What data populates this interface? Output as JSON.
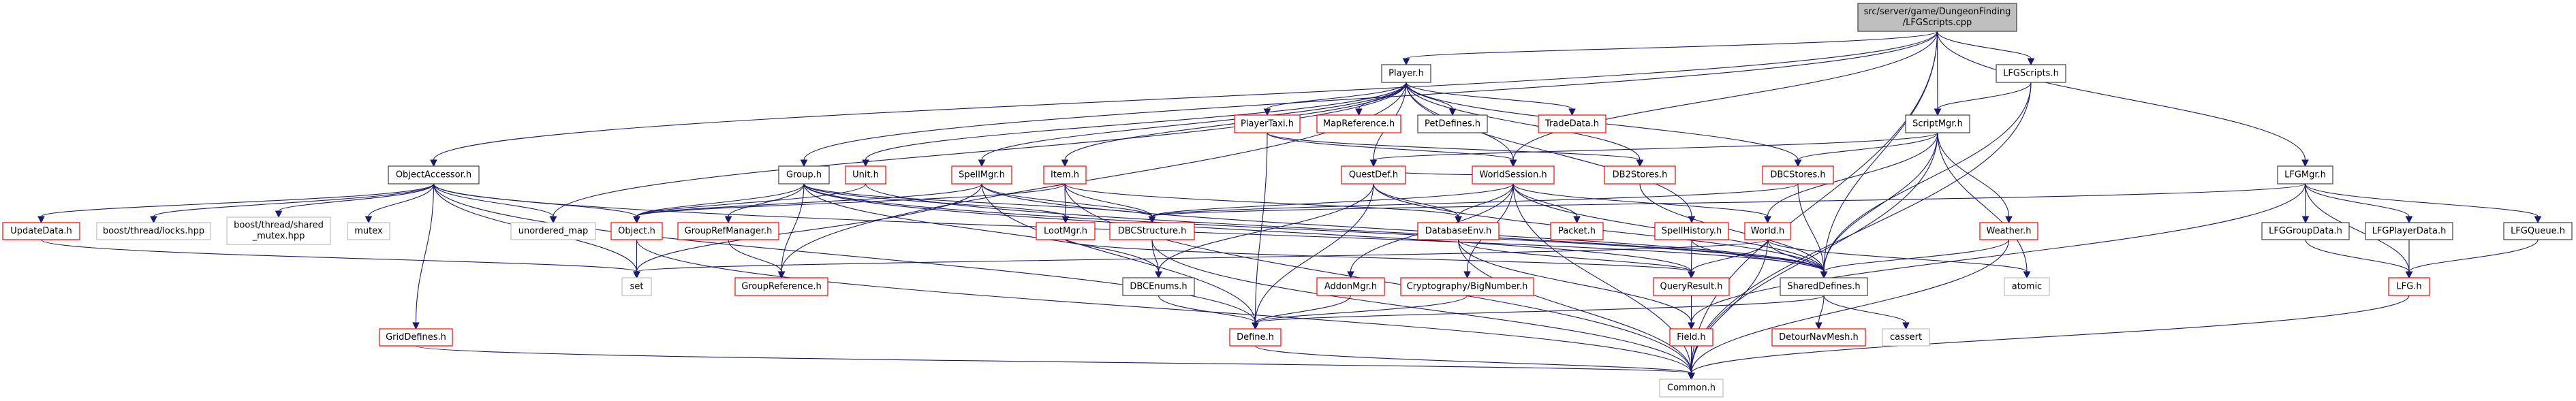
{
  "title": "src/server/game/DungeonFinding/LFGScripts.cpp include dependency graph",
  "colors": {
    "edge": "#191970",
    "root_fill": "#bfbfbf",
    "documented_border": "#404040",
    "undocumented_border": "#ff0000",
    "system_border": "#bfbfbf"
  },
  "nodes": [
    {
      "id": "root",
      "label": "src/server/game/DungeonFinding\n/LFGScripts.cpp",
      "kind": "root"
    },
    {
      "id": "ObjectAccessor",
      "label": "ObjectAccessor.h",
      "kind": "normal"
    },
    {
      "id": "Group",
      "label": "Group.h",
      "kind": "normal"
    },
    {
      "id": "Player",
      "label": "Player.h",
      "kind": "normal"
    },
    {
      "id": "LFGScripts",
      "label": "LFGScripts.h",
      "kind": "normal"
    },
    {
      "id": "ScriptMgr",
      "label": "ScriptMgr.h",
      "kind": "normal"
    },
    {
      "id": "LFGMgr",
      "label": "LFGMgr.h",
      "kind": "normal"
    },
    {
      "id": "PlayerTaxi",
      "label": "PlayerTaxi.h",
      "kind": "undoc"
    },
    {
      "id": "MapReference",
      "label": "MapReference.h",
      "kind": "undoc"
    },
    {
      "id": "PetDefines",
      "label": "PetDefines.h",
      "kind": "normal"
    },
    {
      "id": "TradeData",
      "label": "TradeData.h",
      "kind": "undoc"
    },
    {
      "id": "Unit",
      "label": "Unit.h",
      "kind": "undoc"
    },
    {
      "id": "SpellMgr",
      "label": "SpellMgr.h",
      "kind": "undoc"
    },
    {
      "id": "Item",
      "label": "Item.h",
      "kind": "undoc"
    },
    {
      "id": "QuestDef",
      "label": "QuestDef.h",
      "kind": "undoc"
    },
    {
      "id": "WorldSession",
      "label": "WorldSession.h",
      "kind": "undoc"
    },
    {
      "id": "DB2Stores",
      "label": "DB2Stores.h",
      "kind": "undoc"
    },
    {
      "id": "DBCStores",
      "label": "DBCStores.h",
      "kind": "undoc"
    },
    {
      "id": "UpdateData",
      "label": "UpdateData.h",
      "kind": "undoc"
    },
    {
      "id": "locks",
      "label": "boost/thread/locks.hpp",
      "kind": "system"
    },
    {
      "id": "shared_mutex",
      "label": "boost/thread/shared\n_mutex.hpp",
      "kind": "system"
    },
    {
      "id": "mutex",
      "label": "mutex",
      "kind": "system"
    },
    {
      "id": "unordered_map",
      "label": "unordered_map",
      "kind": "system"
    },
    {
      "id": "Object",
      "label": "Object.h",
      "kind": "undoc"
    },
    {
      "id": "GroupRefManager",
      "label": "GroupRefManager.h",
      "kind": "undoc"
    },
    {
      "id": "LootMgr",
      "label": "LootMgr.h",
      "kind": "undoc"
    },
    {
      "id": "DBCStructure",
      "label": "DBCStructure.h",
      "kind": "undoc"
    },
    {
      "id": "DatabaseEnv",
      "label": "DatabaseEnv.h",
      "kind": "undoc"
    },
    {
      "id": "Packet",
      "label": "Packet.h",
      "kind": "undoc"
    },
    {
      "id": "SpellHistory",
      "label": "SpellHistory.h",
      "kind": "undoc"
    },
    {
      "id": "World",
      "label": "World.h",
      "kind": "undoc"
    },
    {
      "id": "Weather",
      "label": "Weather.h",
      "kind": "undoc"
    },
    {
      "id": "LFGGroupData",
      "label": "LFGGroupData.h",
      "kind": "normal"
    },
    {
      "id": "LFGPlayerData",
      "label": "LFGPlayerData.h",
      "kind": "normal"
    },
    {
      "id": "LFGQueue",
      "label": "LFGQueue.h",
      "kind": "normal"
    },
    {
      "id": "set",
      "label": "set",
      "kind": "system"
    },
    {
      "id": "GroupReference",
      "label": "GroupReference.h",
      "kind": "undoc"
    },
    {
      "id": "DBCEnums",
      "label": "DBCEnums.h",
      "kind": "normal"
    },
    {
      "id": "AddonMgr",
      "label": "AddonMgr.h",
      "kind": "undoc"
    },
    {
      "id": "BigNumber",
      "label": "Cryptography/BigNumber.h",
      "kind": "undoc"
    },
    {
      "id": "QueryResult",
      "label": "QueryResult.h",
      "kind": "undoc"
    },
    {
      "id": "SharedDefines",
      "label": "SharedDefines.h",
      "kind": "normal"
    },
    {
      "id": "atomic",
      "label": "atomic",
      "kind": "system"
    },
    {
      "id": "LFG",
      "label": "LFG.h",
      "kind": "undoc"
    },
    {
      "id": "GridDefines",
      "label": "GridDefines.h",
      "kind": "undoc"
    },
    {
      "id": "Define",
      "label": "Define.h",
      "kind": "undoc"
    },
    {
      "id": "Field",
      "label": "Field.h",
      "kind": "undoc"
    },
    {
      "id": "DetourNavMesh",
      "label": "DetourNavMesh.h",
      "kind": "undoc"
    },
    {
      "id": "cassert",
      "label": "cassert",
      "kind": "system"
    },
    {
      "id": "Common",
      "label": "Common.h",
      "kind": "system"
    }
  ],
  "edges": [
    [
      "root",
      "ObjectAccessor"
    ],
    [
      "root",
      "Group"
    ],
    [
      "root",
      "Player"
    ],
    [
      "root",
      "WorldSession"
    ],
    [
      "root",
      "LFGScripts"
    ],
    [
      "root",
      "ScriptMgr"
    ],
    [
      "root",
      "SharedDefines"
    ],
    [
      "root",
      "Common"
    ],
    [
      "root",
      "LFGMgr"
    ],
    [
      "ObjectAccessor",
      "UpdateData"
    ],
    [
      "ObjectAccessor",
      "locks"
    ],
    [
      "ObjectAccessor",
      "shared_mutex"
    ],
    [
      "ObjectAccessor",
      "mutex"
    ],
    [
      "ObjectAccessor",
      "unordered_map"
    ],
    [
      "ObjectAccessor",
      "Object"
    ],
    [
      "ObjectAccessor",
      "set"
    ],
    [
      "ObjectAccessor",
      "GridDefines"
    ],
    [
      "ObjectAccessor",
      "Define"
    ],
    [
      "ObjectAccessor",
      "SharedDefines"
    ],
    [
      "Group",
      "Object"
    ],
    [
      "Group",
      "GroupRefManager"
    ],
    [
      "Group",
      "GroupReference"
    ],
    [
      "Group",
      "DBCStructure"
    ],
    [
      "Group",
      "LootMgr"
    ],
    [
      "Group",
      "DBCEnums"
    ],
    [
      "Group",
      "SharedDefines"
    ],
    [
      "Group",
      "QueryResult"
    ],
    [
      "Player",
      "Unit"
    ],
    [
      "Player",
      "SpellMgr"
    ],
    [
      "Player",
      "Item"
    ],
    [
      "Player",
      "PlayerTaxi"
    ],
    [
      "Player",
      "MapReference"
    ],
    [
      "Player",
      "PetDefines"
    ],
    [
      "Player",
      "TradeData"
    ],
    [
      "Player",
      "QuestDef"
    ],
    [
      "Player",
      "WorldSession"
    ],
    [
      "Player",
      "DB2Stores"
    ],
    [
      "Player",
      "DBCStores"
    ],
    [
      "Player",
      "SpellHistory"
    ],
    [
      "Player",
      "GroupReference"
    ],
    [
      "Player",
      "unordered_map"
    ],
    [
      "Unit",
      "Object"
    ],
    [
      "Unit",
      "SharedDefines"
    ],
    [
      "SpellMgr",
      "Object"
    ],
    [
      "SpellMgr",
      "DBCStructure"
    ],
    [
      "SpellMgr",
      "set"
    ],
    [
      "SpellMgr",
      "SharedDefines"
    ],
    [
      "SpellMgr",
      "Define"
    ],
    [
      "Item",
      "Object"
    ],
    [
      "Item",
      "LootMgr"
    ],
    [
      "Item",
      "DBCStructure"
    ],
    [
      "Item",
      "DatabaseEnv"
    ],
    [
      "Item",
      "Common"
    ],
    [
      "PlayerTaxi",
      "Define"
    ],
    [
      "PlayerTaxi",
      "DB2Stores"
    ],
    [
      "PlayerTaxi",
      "WorldSession"
    ],
    [
      "QuestDef",
      "DatabaseEnv"
    ],
    [
      "QuestDef",
      "DBCEnums"
    ],
    [
      "QuestDef",
      "Define"
    ],
    [
      "QuestDef",
      "SharedDefines"
    ],
    [
      "WorldSession",
      "QuestDef"
    ],
    [
      "WorldSession",
      "DatabaseEnv"
    ],
    [
      "WorldSession",
      "Packet"
    ],
    [
      "WorldSession",
      "World"
    ],
    [
      "WorldSession",
      "AddonMgr"
    ],
    [
      "WorldSession",
      "BigNumber"
    ],
    [
      "WorldSession",
      "SharedDefines"
    ],
    [
      "WorldSession",
      "Common"
    ],
    [
      "WorldSession",
      "DBCStructure"
    ],
    [
      "DB2Stores",
      "SharedDefines"
    ],
    [
      "DBCStores",
      "DBCStructure"
    ],
    [
      "DBCStores",
      "SharedDefines"
    ],
    [
      "UpdateData",
      "set"
    ],
    [
      "Object",
      "set"
    ],
    [
      "Object",
      "Common"
    ],
    [
      "GroupRefManager",
      "GroupReference"
    ],
    [
      "LootMgr",
      "QueryResult"
    ],
    [
      "DBCStructure",
      "DBCEnums"
    ],
    [
      "DBCStructure",
      "Common"
    ],
    [
      "DBCEnums",
      "Define"
    ],
    [
      "DatabaseEnv",
      "Field"
    ],
    [
      "DatabaseEnv",
      "QueryResult"
    ],
    [
      "DatabaseEnv",
      "Common"
    ],
    [
      "SpellHistory",
      "QueryResult"
    ],
    [
      "SpellHistory",
      "SharedDefines"
    ],
    [
      "World",
      "SharedDefines"
    ],
    [
      "World",
      "QueryResult"
    ],
    [
      "World",
      "atomic"
    ],
    [
      "World",
      "set"
    ],
    [
      "World",
      "Common"
    ],
    [
      "ScriptMgr",
      "QuestDef"
    ],
    [
      "ScriptMgr",
      "DBCStores"
    ],
    [
      "ScriptMgr",
      "World"
    ],
    [
      "ScriptMgr",
      "Weather"
    ],
    [
      "ScriptMgr",
      "SharedDefines"
    ],
    [
      "ScriptMgr",
      "atomic"
    ],
    [
      "ScriptMgr",
      "Common"
    ],
    [
      "LFGScripts",
      "ScriptMgr"
    ],
    [
      "LFGScripts",
      "SharedDefines"
    ],
    [
      "LFGScripts",
      "Common"
    ],
    [
      "Weather",
      "SharedDefines"
    ],
    [
      "Weather",
      "Common"
    ],
    [
      "LFGMgr",
      "DBCStructure"
    ],
    [
      "LFGMgr",
      "LFGGroupData"
    ],
    [
      "LFGMgr",
      "LFGPlayerData"
    ],
    [
      "LFGMgr",
      "LFGQueue"
    ],
    [
      "LFGMgr",
      "LFG"
    ],
    [
      "LFGMgr",
      "Field"
    ],
    [
      "LFGGroupData",
      "LFG"
    ],
    [
      "LFGPlayerData",
      "LFG"
    ],
    [
      "LFGQueue",
      "LFG"
    ],
    [
      "LFG",
      "Common"
    ],
    [
      "AddonMgr",
      "Define"
    ],
    [
      "BigNumber",
      "Define"
    ],
    [
      "QueryResult",
      "Field"
    ],
    [
      "SharedDefines",
      "Define"
    ],
    [
      "SharedDefines",
      "DetourNavMesh"
    ],
    [
      "SharedDefines",
      "cassert"
    ],
    [
      "Field",
      "Common"
    ],
    [
      "GridDefines",
      "Common"
    ],
    [
      "Define",
      "Common"
    ]
  ]
}
